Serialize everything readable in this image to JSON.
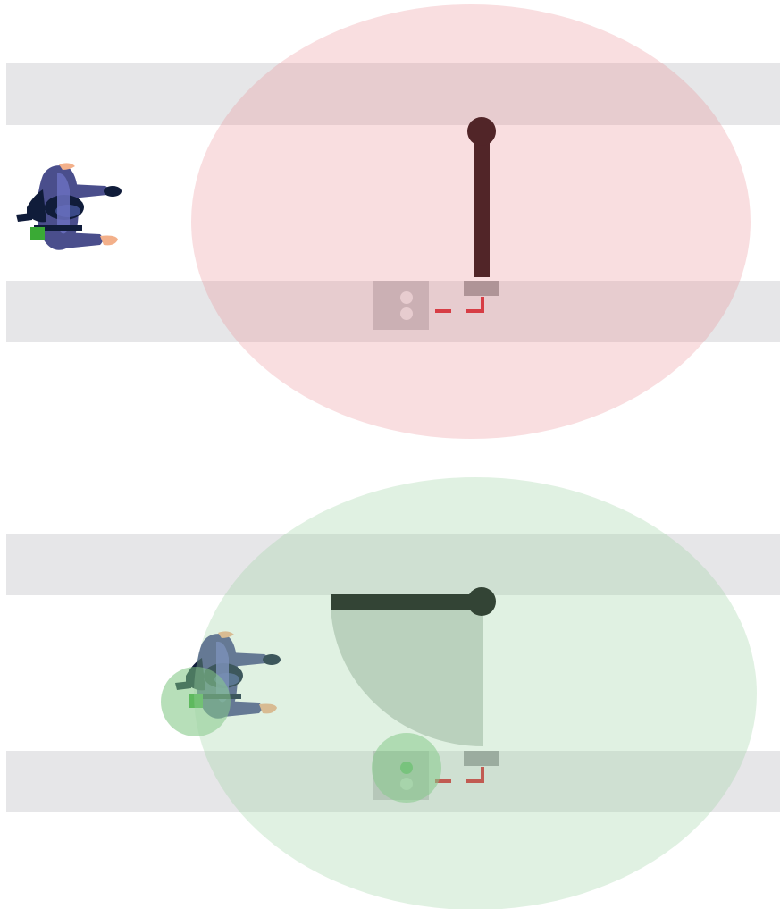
{
  "colors": {
    "page_bg": "#ffffff",
    "lane_stripe": "#e6e6e8",
    "zone_blocked": "#f2c4c6",
    "zone_clear": "#c8e8cc",
    "gate_arm": "#1a0204",
    "gate_arm_open": "#000000",
    "swing_area": "#9aa99c",
    "card_reader": "#c1c1c3",
    "indicator_off": "#e6e6e8",
    "indicator_on": "#4caf50",
    "sensor_zone": "#7cc47f",
    "gate_housing": "#9a9a9c",
    "bracket": "#d1232b",
    "id_badge": "#3aaa35",
    "person_coat": "#4a4e8c",
    "person_dark": "#101c3a",
    "person_skin": "#f3b08a"
  },
  "panels": [
    {
      "id": "panel-top",
      "state": "gate-closed",
      "zone_color_key": "zone_blocked",
      "gate_arm_orientation": "vertical",
      "reader_lit_light": "none",
      "person_detected": false
    },
    {
      "id": "panel-bottom",
      "state": "gate-open",
      "zone_color_key": "zone_clear",
      "gate_arm_orientation": "horizontal",
      "reader_lit_light": "top",
      "person_detected": true
    }
  ],
  "icons": {
    "person": "person-topdown-icon",
    "badge": "id-badge-icon",
    "reader": "card-reader-icon",
    "gate": "gate-arm-icon",
    "bracket": "bracket-icon"
  }
}
